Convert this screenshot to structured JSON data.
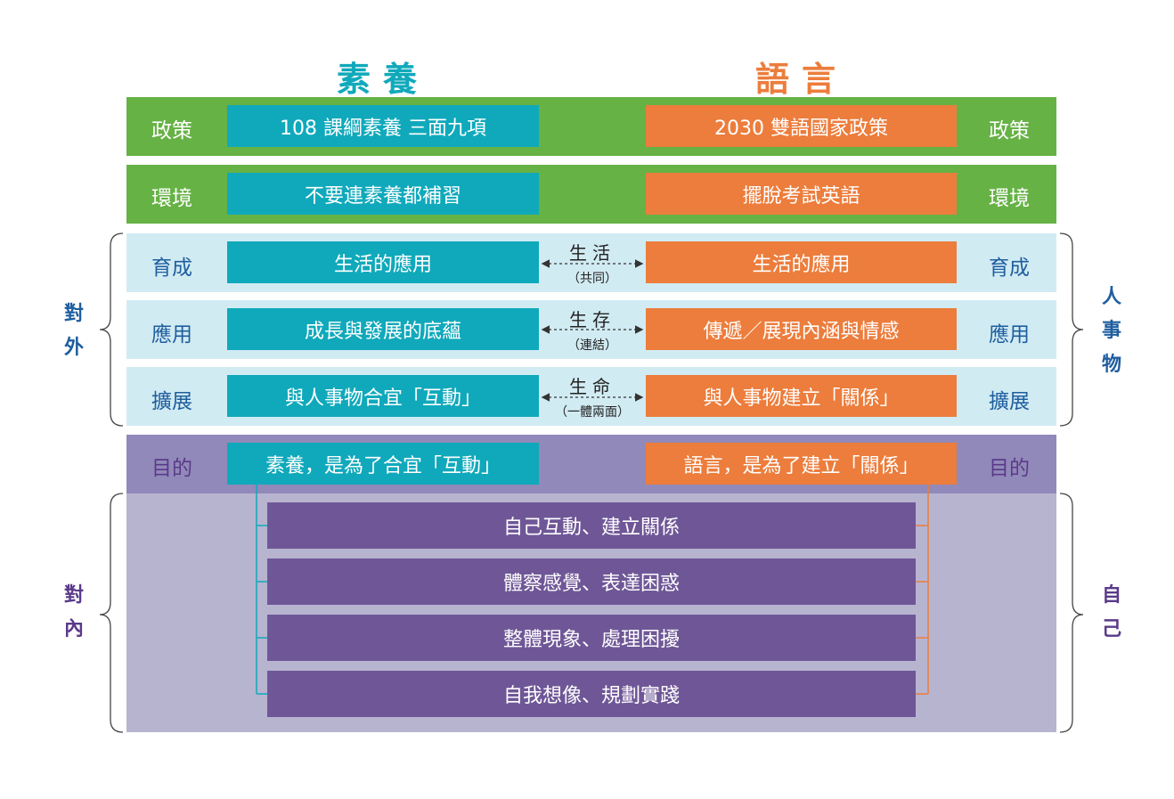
{
  "headers": {
    "left": "素養",
    "right": "語言"
  },
  "colors": {
    "green": "#66b245",
    "light_blue": "#d1ebf3",
    "purple_band": "#9189b9",
    "lavender": "#b7b4d0",
    "teal": "#10a9bb",
    "orange": "#ec7d3c",
    "purple": "#6f5797"
  },
  "rows": {
    "policy": {
      "label_left": "政策",
      "left": "108 課綱素養  三面九項",
      "right": "2030 雙語國家政策",
      "label_right": "政策"
    },
    "environment": {
      "label_left": "環境",
      "left": "不要連素養都補習",
      "right": "擺脫考試英語",
      "label_right": "環境"
    },
    "cultivate": {
      "label_left": "育成",
      "left": "生活的應用",
      "right": "生活的應用",
      "label_right": "育成",
      "connector": "生活",
      "connector_sub": "（共同）"
    },
    "apply": {
      "label_left": "應用",
      "left": "成長與發展的底蘊",
      "right": "傳遞／展現內涵與情感",
      "label_right": "應用",
      "connector": "生存",
      "connector_sub": "（連結）"
    },
    "expand": {
      "label_left": "擴展",
      "left": "與人事物合宜「互動」",
      "right": "與人事物建立「關係」",
      "label_right": "擴展",
      "connector": "生命",
      "connector_sub": "（一體兩面）"
    },
    "purpose": {
      "label_left": "目的",
      "left": "素養，是為了合宜「互動」",
      "right": "語言，是為了建立「關係」",
      "label_right": "目的"
    }
  },
  "inner_items": [
    "自己互動、建立關係",
    "體察感覺、表達困惑",
    "整體現象、處理困擾",
    "自我想像、規劃實踐"
  ],
  "side_labels": {
    "external": "對外",
    "internal": "對內",
    "people": "人事物",
    "self": "自己"
  }
}
